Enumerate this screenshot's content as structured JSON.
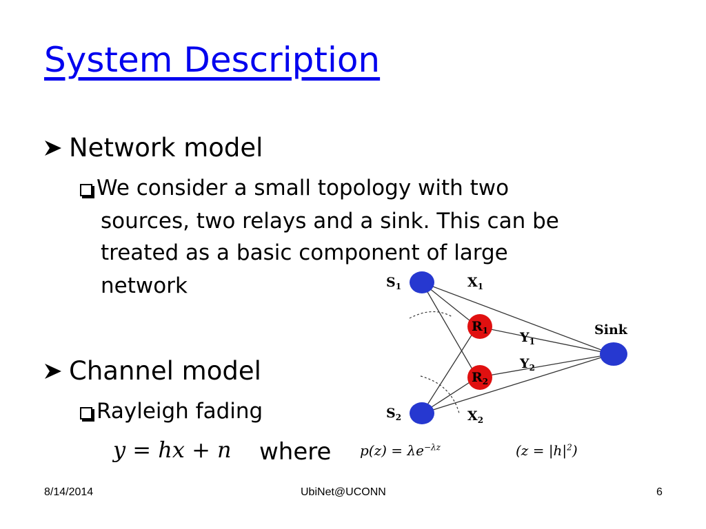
{
  "slide": {
    "title": "System Description",
    "colors": {
      "title": "#0000ee",
      "relay": "#e01010",
      "node": "#2638d0"
    },
    "sections": [
      {
        "heading": "Network model",
        "text_lines": [
          "We consider a small topology with two",
          "sources, two relays and a sink. This can be",
          "treated as a basic component of large",
          "network"
        ]
      },
      {
        "heading": "Channel model",
        "item": "Rayleigh fading"
      }
    ],
    "equation": {
      "main": "y = hx + n",
      "where": "where",
      "pdf_lhs": "p(z) = λe",
      "pdf_exp": "−λz",
      "definition_lhs": "(z = |h|",
      "definition_exp": "2",
      "definition_rhs": ")"
    },
    "diagram": {
      "nodes": {
        "s1": "S",
        "s2": "S",
        "r1": "R",
        "r2": "R",
        "sink": "Sink"
      },
      "subscripts": {
        "one": "1",
        "two": "2"
      },
      "links": {
        "x": "X",
        "y": "Y"
      }
    },
    "footer": {
      "date": "8/14/2014",
      "center": "UbiNet@UCONN",
      "page": "6"
    }
  }
}
